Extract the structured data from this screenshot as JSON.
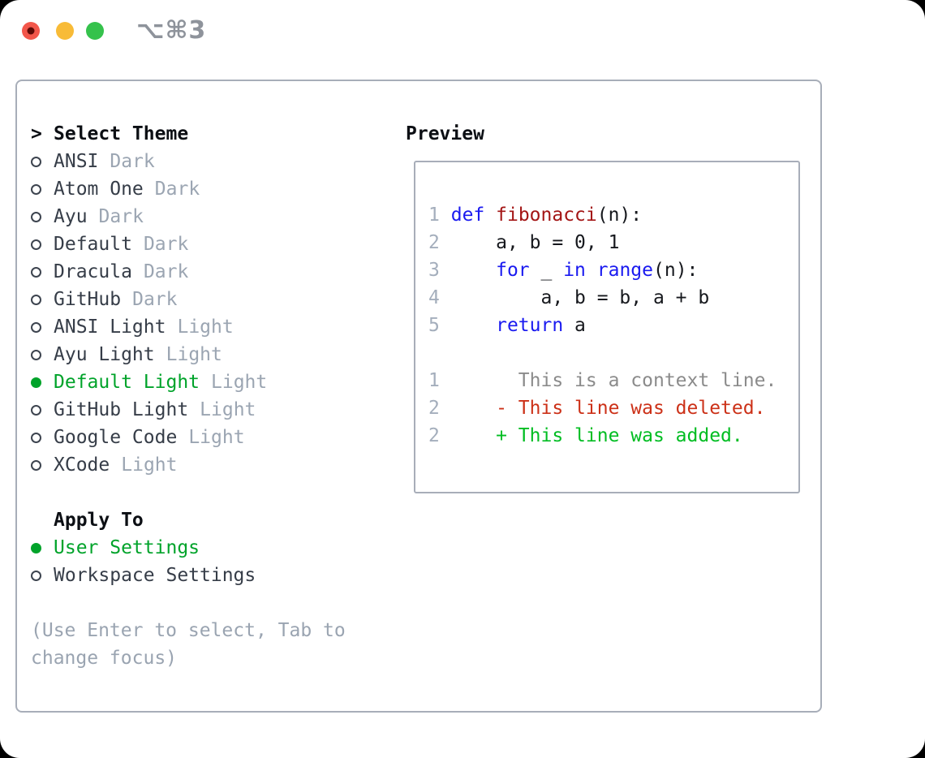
{
  "window": {
    "shortcut": "⌥⌘3",
    "traffic_lights": [
      "close",
      "minimize",
      "zoom"
    ]
  },
  "theme_picker": {
    "title_prefix": ">",
    "title": "Select Theme",
    "items": [
      {
        "label": "ANSI",
        "tag": "Dark",
        "selected": false
      },
      {
        "label": "Atom One",
        "tag": "Dark",
        "selected": false
      },
      {
        "label": "Ayu",
        "tag": "Dark",
        "selected": false
      },
      {
        "label": "Default",
        "tag": "Dark",
        "selected": false
      },
      {
        "label": "Dracula",
        "tag": "Dark",
        "selected": false
      },
      {
        "label": "GitHub",
        "tag": "Dark",
        "selected": false
      },
      {
        "label": "ANSI Light",
        "tag": "Light",
        "selected": false
      },
      {
        "label": "Ayu Light",
        "tag": "Light",
        "selected": false
      },
      {
        "label": "Default Light",
        "tag": "Light",
        "selected": true
      },
      {
        "label": "GitHub Light",
        "tag": "Light",
        "selected": false
      },
      {
        "label": "Google Code",
        "tag": "Light",
        "selected": false
      },
      {
        "label": "XCode",
        "tag": "Light",
        "selected": false
      }
    ]
  },
  "apply_to": {
    "title": "Apply To",
    "options": [
      {
        "label": "User Settings",
        "selected": true
      },
      {
        "label": "Workspace Settings",
        "selected": false
      }
    ]
  },
  "help_lines": [
    "(Use Enter to select, Tab to",
    "change focus)"
  ],
  "preview": {
    "title": "Preview",
    "lines": [
      {
        "type": "code",
        "num": "1",
        "tokens": [
          [
            "def",
            "kw"
          ],
          [
            " ",
            "pl"
          ],
          [
            "fibonacci",
            "fn"
          ],
          [
            "(n):",
            "pl"
          ]
        ]
      },
      {
        "type": "code",
        "num": "2",
        "tokens": [
          [
            "    a, b = 0, 1",
            "pl"
          ]
        ]
      },
      {
        "type": "code",
        "num": "3",
        "tokens": [
          [
            "    ",
            "pl"
          ],
          [
            "for",
            "kw"
          ],
          [
            " _ ",
            "pl"
          ],
          [
            "in",
            "kw"
          ],
          [
            " ",
            "pl"
          ],
          [
            "range",
            "kw"
          ],
          [
            "(n):",
            "pl"
          ]
        ]
      },
      {
        "type": "code",
        "num": "4",
        "tokens": [
          [
            "        a, b = b, a + b",
            "pl"
          ]
        ]
      },
      {
        "type": "code",
        "num": "5",
        "tokens": [
          [
            "    ",
            "pl"
          ],
          [
            "return",
            "kw"
          ],
          [
            " a",
            "pl"
          ]
        ]
      },
      {
        "type": "blank"
      },
      {
        "type": "diff",
        "num": "1",
        "tokens": [
          [
            "      This is a context line.",
            "ctx"
          ]
        ]
      },
      {
        "type": "diff",
        "num": "2",
        "tokens": [
          [
            "    - This line was deleted.",
            "del"
          ]
        ]
      },
      {
        "type": "diff",
        "num": "2",
        "tokens": [
          [
            "    + This line was added.",
            "add"
          ]
        ]
      }
    ]
  },
  "colors": {
    "accent_green": "#00a32a",
    "keyword_blue": "#1a1af0",
    "function_red": "#a31515",
    "code_text": "#16181d",
    "line_number": "#a4aebc",
    "context_gray": "#8b8b8b",
    "deleted_red": "#cc3118",
    "added_green": "#00bd22",
    "label_dark": "#363d48",
    "tag_gray": "#9ba5b2",
    "heading_dark": "#0c0f14",
    "help_gray": "#9aa4b1",
    "border_gray": "#a8aeb9",
    "shortcut_gray": "#8e939b",
    "traffic_red": "#f2564a",
    "traffic_red_dot": "#5e0a06",
    "traffic_yellow": "#f8bb37",
    "traffic_green": "#35c24c"
  }
}
